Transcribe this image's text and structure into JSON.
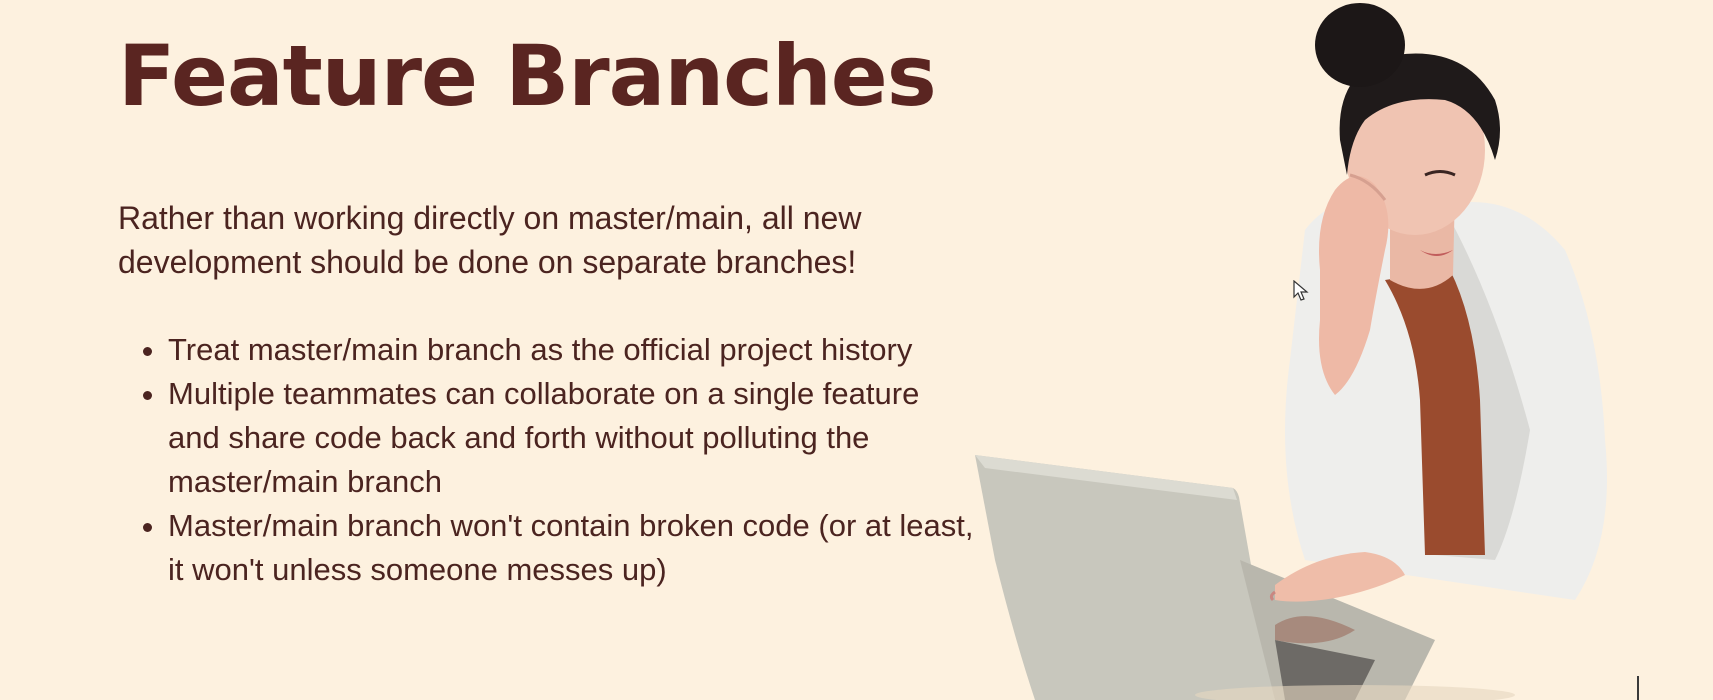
{
  "slide": {
    "title": "Feature Branches",
    "intro": "Rather than working directly on master/main, all new development should be done on separate branches!",
    "bullets": [
      "Treat master/main branch as the official project history",
      "Multiple teammates can collaborate on a single feature and share code back and forth without polluting the master/main branch",
      "Master/main branch won't contain broken code (or at least, it won't unless someone messes up)"
    ]
  },
  "icons": {
    "cursor": "mouse-pointer-icon",
    "photo": "stressed-woman-at-laptop-illustration"
  },
  "colors": {
    "background": "#fdf1df",
    "title": "#5a2521",
    "body_text": "#4b2420"
  }
}
